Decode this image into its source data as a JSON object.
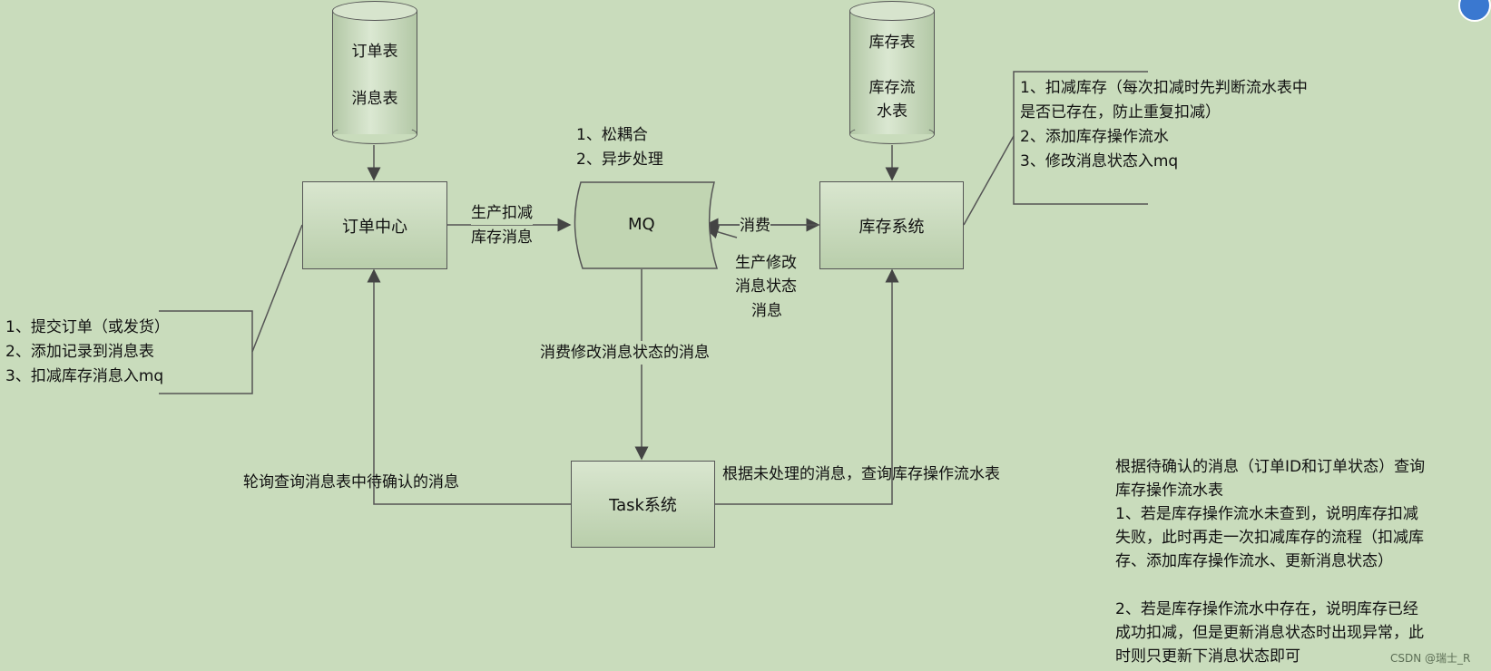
{
  "databases": {
    "order_db": {
      "line1": "订单表",
      "line2": "消息表"
    },
    "stock_db": {
      "line1": "库存表",
      "line2": "库存流",
      "line3": "水表"
    }
  },
  "nodes": {
    "order_center": "订单中心",
    "mq": "MQ",
    "stock_system": "库存系统",
    "task_system": "Task系统"
  },
  "mq_benefits": [
    "1、松耦合",
    "2、异步处理"
  ],
  "edges": {
    "produce_deduct": [
      "生产扣减",
      "库存消息"
    ],
    "consume": "消费",
    "produce_status": [
      "生产修改",
      "消息状态",
      "消息"
    ],
    "consume_status": "消费修改消息状态的消息",
    "poll": "轮询查询消息表中待确认的消息",
    "query_flow": "根据未处理的消息，查询库存操作流水表"
  },
  "notes": {
    "order_steps": [
      "1、提交订单（或发货）",
      "2、添加记录到消息表",
      "3、扣减库存消息入mq"
    ],
    "stock_steps": [
      "1、扣减库存（每次扣减时先判断流水表中",
      "是否已存在，防止重复扣减）",
      "2、添加库存操作流水",
      "3、修改消息状态入mq"
    ],
    "task_steps": [
      "根据待确认的消息（订单ID和订单状态）查询",
      "库存操作流水表",
      "1、若是库存操作流水未查到，说明库存扣减",
      "失败，此时再走一次扣减库存的流程（扣减库",
      "存、添加库存操作流水、更新消息状态）",
      "",
      "2、若是库存操作流水中存在，说明库存已经",
      "成功扣减，但是更新消息状态时出现异常，此",
      "时则只更新下消息状态即可"
    ]
  },
  "watermark": "CSDN @瑞士_R"
}
